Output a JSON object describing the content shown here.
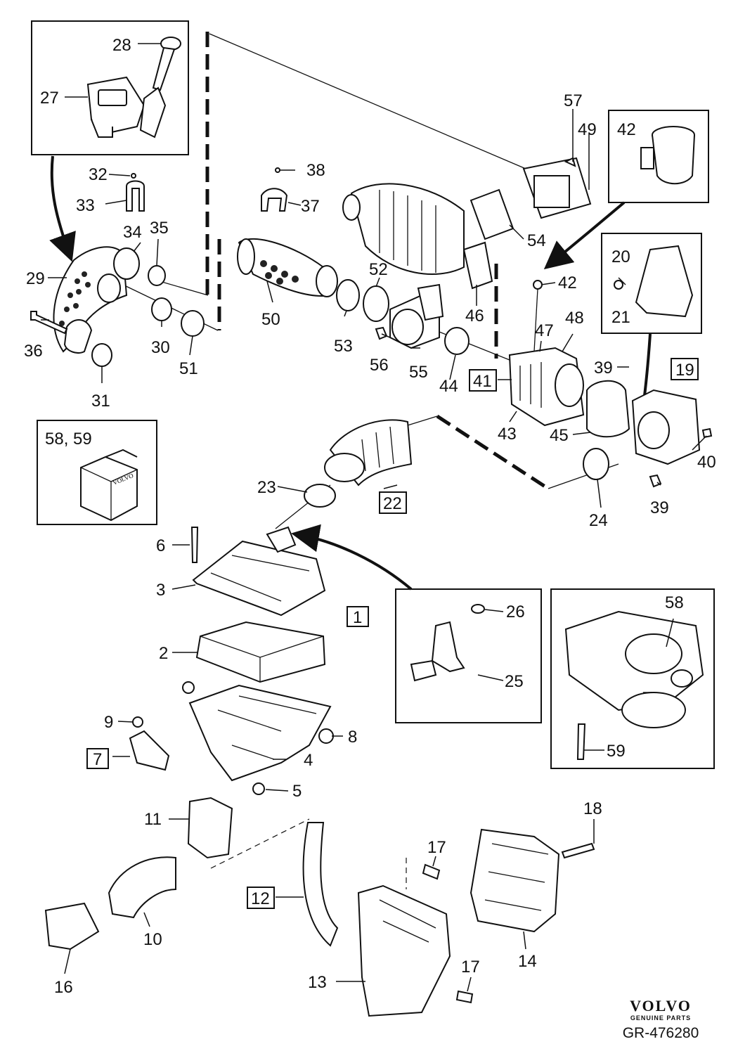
{
  "labels": {
    "l1": "1",
    "l2": "2",
    "l3": "3",
    "l4": "4",
    "l5": "5",
    "l6": "6",
    "l7": "7",
    "l8": "8",
    "l9": "9",
    "l10": "10",
    "l11": "11",
    "l12": "12",
    "l13": "13",
    "l14": "14",
    "l16": "16",
    "l17a": "17",
    "l17b": "17",
    "l18": "18",
    "l19": "19",
    "l20": "20",
    "l21": "21",
    "l22": "22",
    "l23": "23",
    "l24": "24",
    "l25": "25",
    "l26": "26",
    "l27": "27",
    "l28": "28",
    "l29": "29",
    "l30": "30",
    "l31": "31",
    "l32": "32",
    "l33": "33",
    "l34": "34",
    "l35": "35",
    "l36": "36",
    "l37": "37",
    "l38": "38",
    "l39a": "39",
    "l39b": "39",
    "l40": "40",
    "l41": "41",
    "l42a": "42",
    "l42b": "42",
    "l43": "43",
    "l44": "44",
    "l45": "45",
    "l46": "46",
    "l47": "47",
    "l48": "48",
    "l49": "49",
    "l50": "50",
    "l51": "51",
    "l52": "52",
    "l53": "53",
    "l54": "54",
    "l55": "55",
    "l56": "56",
    "l57": "57",
    "l58": "58",
    "l59": "59",
    "l5859": "58, 59"
  },
  "kit_box_text": "VOLVO",
  "brand": {
    "name": "VOLVO",
    "tagline": "GENUINE PARTS",
    "code": "GR-476280"
  }
}
